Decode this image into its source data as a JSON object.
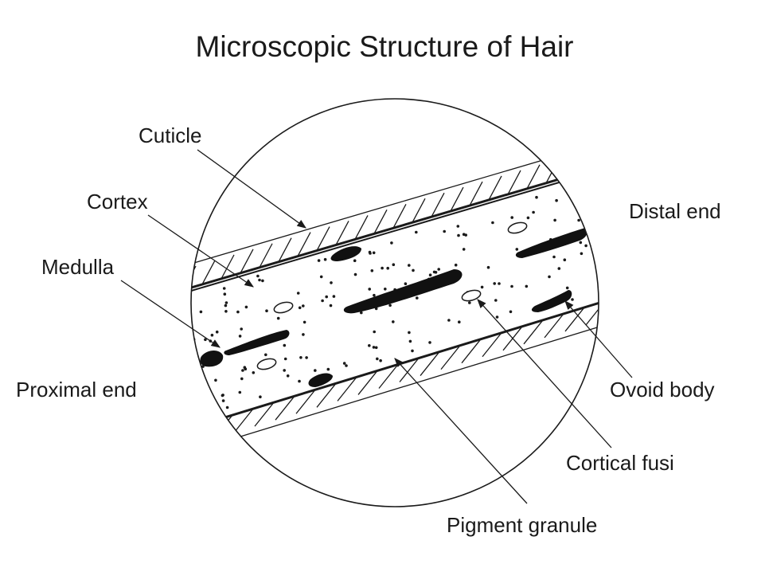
{
  "title": "Microscopic Structure of Hair",
  "labels": {
    "cuticle": "Cuticle",
    "cortex": "Cortex",
    "medulla": "Medulla",
    "proximal_end": "Proximal end",
    "distal_end": "Distal end",
    "ovoid_body": "Ovoid body",
    "cortical_fusi": "Cortical fusi",
    "pigment_granule": "Pigment granule"
  },
  "colors": {
    "ink": "#1a1a1a",
    "background": "#ffffff"
  }
}
